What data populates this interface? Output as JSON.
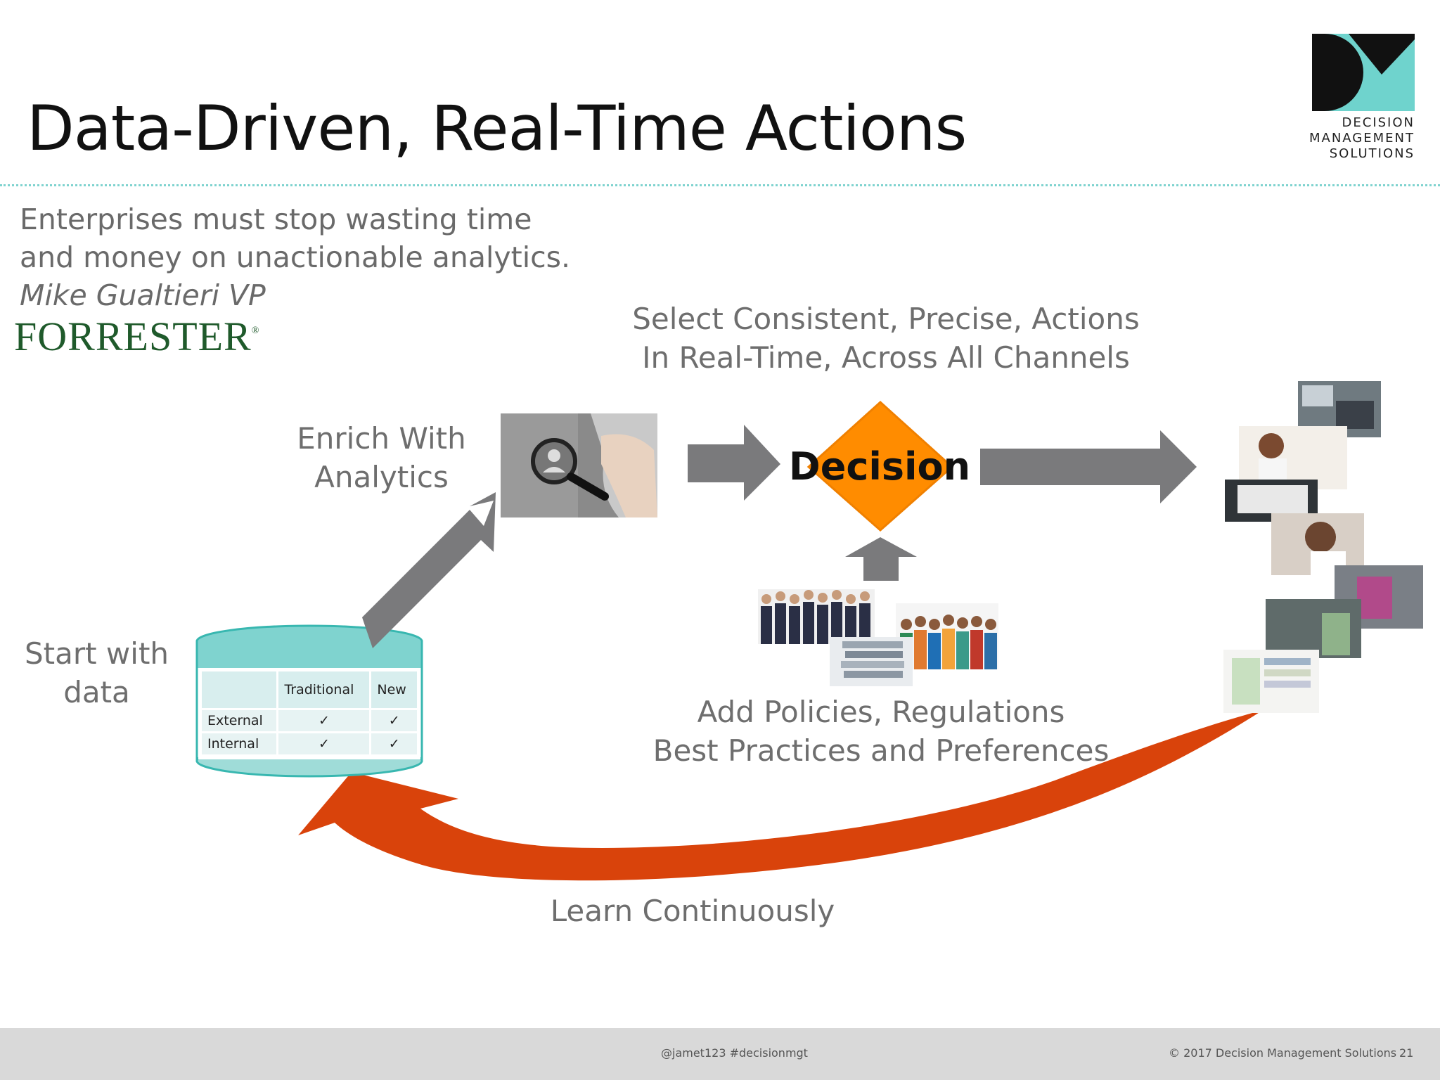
{
  "slide": {
    "title": "Data-Driven, Real-Time Actions",
    "logo": {
      "lines": [
        "DECISION",
        "MANAGEMENT",
        "SOLUTIONS"
      ],
      "colors": {
        "teal": "#6fd3cd",
        "dark": "#111111"
      }
    },
    "quote": {
      "line1": "Enterprises must stop wasting time",
      "line2": "and money on unactionable analytics.",
      "author": "Mike Gualtieri VP",
      "org": "FORRESTER",
      "org_mark": "®"
    },
    "diagram": {
      "select_actions": {
        "line1": "Select Consistent, Precise, Actions",
        "line2": "In Real-Time, Across All Channels"
      },
      "enrich": {
        "line1": "Enrich With",
        "line2": "Analytics"
      },
      "decision": {
        "label": "Decision",
        "color": "#ff8c00"
      },
      "start": {
        "line1": "Start with",
        "line2": "data"
      },
      "policies": {
        "line1": "Add Policies, Regulations",
        "line2": "Best Practices and Preferences"
      },
      "learn": {
        "label": "Learn Continuously",
        "color": "#d9430b"
      },
      "data_table": {
        "headers": [
          "",
          "Traditional",
          "New"
        ],
        "rows": [
          {
            "label": "External",
            "traditional": "✓",
            "new": "✓"
          },
          {
            "label": "Internal",
            "traditional": "✓",
            "new": "✓"
          }
        ]
      },
      "arrow_color": "#7a7a7c",
      "icons": [
        "analytics-magnifier-photo",
        "people-photo",
        "binders-photo",
        "channels-photo-collage"
      ]
    },
    "footer": {
      "handle": "@jamet123 #decisionmgt",
      "copyright": "© 2017 Decision Management Solutions",
      "page": "21"
    }
  }
}
